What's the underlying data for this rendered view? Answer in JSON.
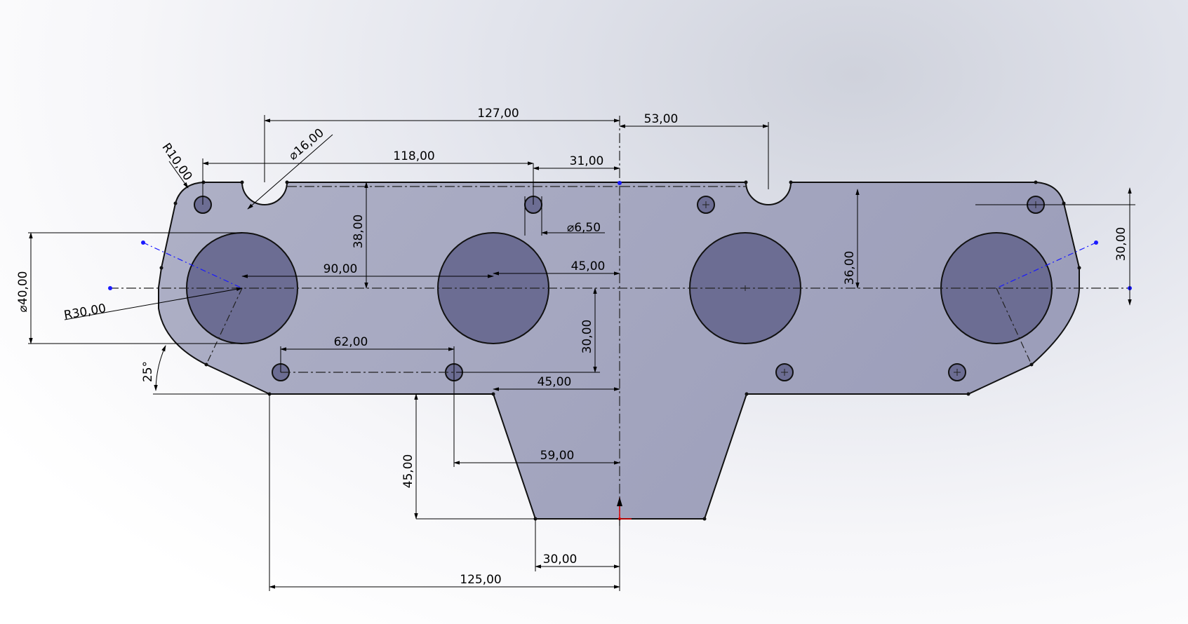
{
  "dimensions": {
    "d127": "127,00",
    "d53": "53,00",
    "dia16": "⌀16,00",
    "r10": "R10,00",
    "d118": "118,00",
    "d31": "31,00",
    "d38": "38,00",
    "dia6_5": "⌀6,50",
    "d36": "36,00",
    "d30_right": "30,00",
    "dia40": "⌀40,00",
    "d90": "90,00",
    "d45_top": "45,00",
    "r30": "R30,00",
    "d62": "62,00",
    "d30_mid": "30,00",
    "ang25": "25°",
    "d45_bottom": "45,00",
    "d45_vert": "45,00",
    "d59": "59,00",
    "d30_bottom": "30,00",
    "d125": "125,00"
  },
  "colors": {
    "part_fill": "#a4a6bf",
    "hole_fill": "#6c6d93",
    "construction": "#1a1aff",
    "origin": "#e00000"
  }
}
